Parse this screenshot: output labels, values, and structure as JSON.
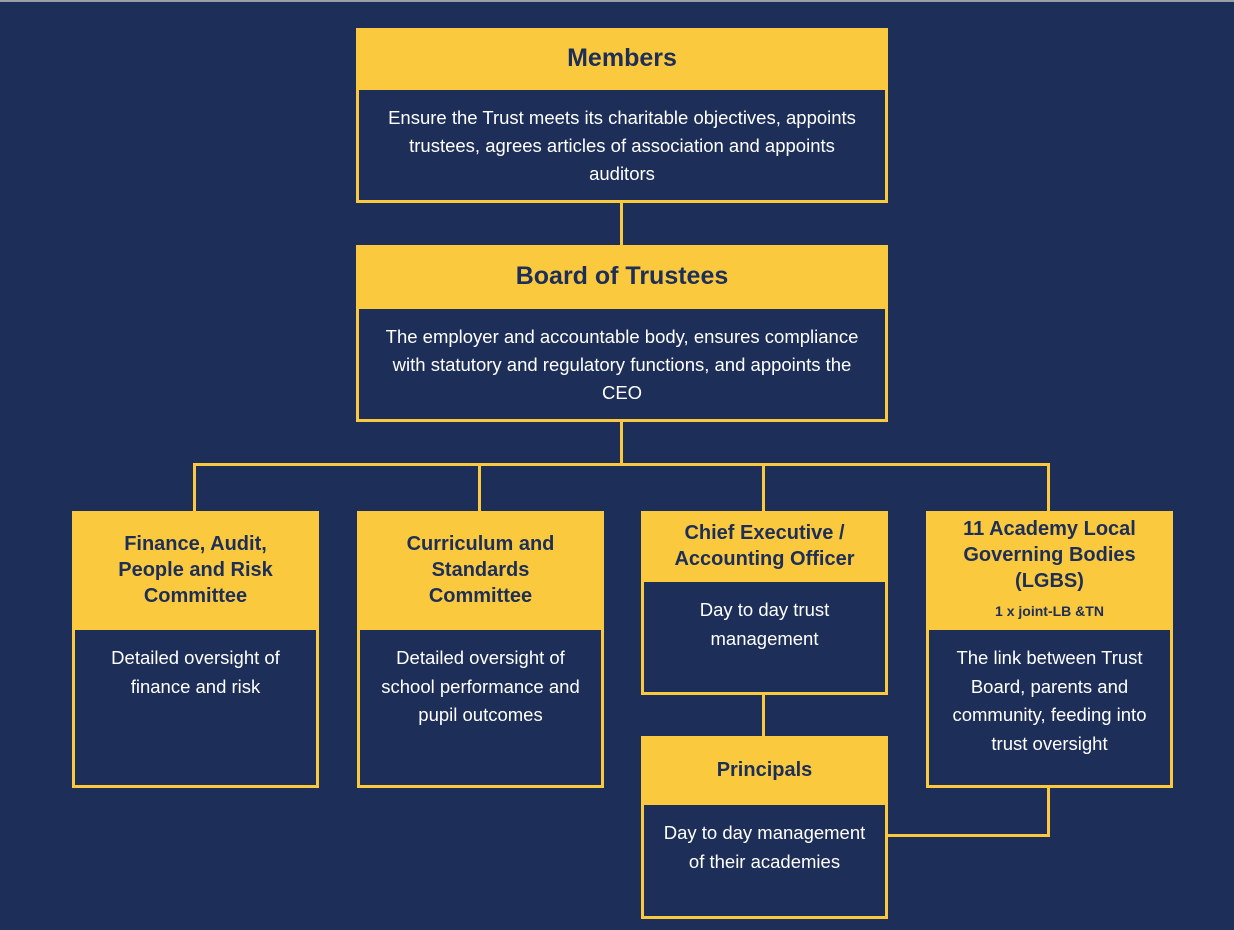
{
  "nodes": {
    "members": {
      "title": "Members",
      "desc": "Ensure the Trust meets its charitable objectives, appoints trustees, agrees articles of association and appoints auditors"
    },
    "board": {
      "title": "Board of Trustees",
      "desc": "The employer and accountable body, ensures compliance with statutory and regulatory functions, and appoints the CEO"
    },
    "finance": {
      "title": "Finance, Audit, People and Risk Committee",
      "desc": "Detailed oversight of finance and risk"
    },
    "curriculum": {
      "title": "Curriculum and Standards Committee",
      "desc": "Detailed oversight of school performance and pupil outcomes"
    },
    "ceo": {
      "title": "Chief Executive / Accounting Officer",
      "desc": "Day to day trust management"
    },
    "lgbs": {
      "title": "11 Academy Local Governing Bodies (LGBS)",
      "subtitle": "1 x joint-LB &TN",
      "desc": "The link between Trust Board, parents and community, feeding into trust oversight"
    },
    "principals": {
      "title": "Principals",
      "desc": "Day to day management of their academies"
    }
  },
  "colors": {
    "background": "#1d2e58",
    "accent": "#fbc93d",
    "text_light": "#ffffff"
  }
}
